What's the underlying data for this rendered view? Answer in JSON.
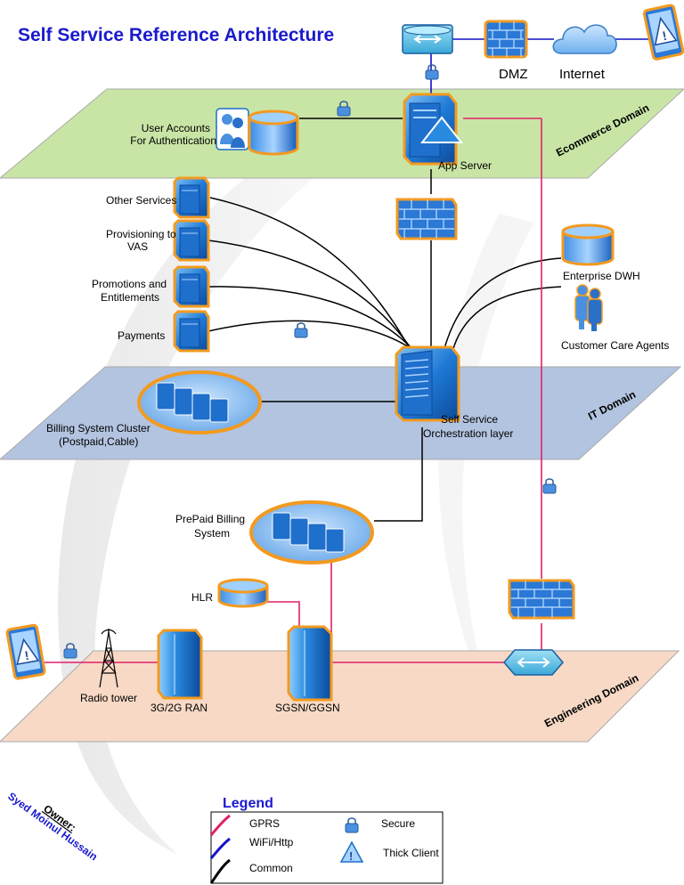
{
  "title": "Self Service Reference Architecture",
  "domains": {
    "ecommerce": "Ecommerce Domain",
    "it": "IT Domain",
    "engineering": "Engineering Domain"
  },
  "labels": {
    "dmz": "DMZ",
    "internet": "Internet",
    "user_accounts_1": "User Accounts",
    "user_accounts_2": "For Authentication",
    "app_server": "App Server",
    "other_services": "Other Services",
    "provisioning_1": "Provisioning to",
    "provisioning_2": "VAS",
    "promotions_1": "Promotions and",
    "promotions_2": "Entitlements",
    "payments": "Payments",
    "enterprise_dwh": "Enterprise DWH",
    "customer_care": "Customer Care Agents",
    "billing_1": "Billing System Cluster",
    "billing_2": "(Postpaid,Cable)",
    "orchestration_1": "Self Service",
    "orchestration_2": "Orchestration layer",
    "prepaid_1": "PrePaid Billing",
    "prepaid_2": "System",
    "hlr": "HLR",
    "radio_tower": "Radio tower",
    "ran": "3G/2G RAN",
    "sgsn": "SGSN/GGSN"
  },
  "legend": {
    "title": "Legend",
    "gprs": "GPRS",
    "wifi": "WiFi/Http",
    "common": "Common",
    "secure": "Secure",
    "thick_client": "Thick Client"
  },
  "owner": {
    "label": "Owner:",
    "name": "Syed Moinul Hussain"
  },
  "colors": {
    "gprs": "#e0206a",
    "wifi": "#1010c8",
    "common": "#000000",
    "ecommerce_plane": "#c9e5a6",
    "it_plane": "#b3c4e0",
    "engineering_plane": "#f7d9c6",
    "device_blue": "#1a6fc9",
    "device_outline": "#f39a1f"
  }
}
